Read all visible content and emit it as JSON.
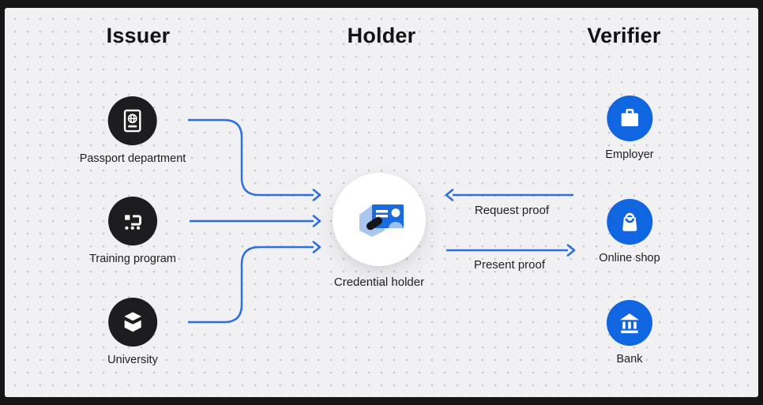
{
  "diagram": {
    "title_issuer": "Issuer",
    "title_holder": "Holder",
    "title_verifier": "Verifier"
  },
  "issuers": [
    {
      "label": "Passport department",
      "icon": "passport-icon"
    },
    {
      "label": "Training program",
      "icon": "training-route-icon"
    },
    {
      "label": "University",
      "icon": "graduation-book-icon"
    }
  ],
  "holder": {
    "label": "Credential holder",
    "icon": "id-card-icon"
  },
  "verifiers": [
    {
      "label": "Employer",
      "icon": "briefcase-icon"
    },
    {
      "label": "Online shop",
      "icon": "shopping-bag-icon"
    },
    {
      "label": "Bank",
      "icon": "bank-icon"
    }
  ],
  "flows": [
    {
      "label": "Request proof",
      "from": "verifier",
      "to": "holder",
      "direction": "left"
    },
    {
      "label": "Present proof",
      "from": "holder",
      "to": "verifier",
      "direction": "right"
    }
  ],
  "edges": [
    {
      "from": "Passport department",
      "to": "Credential holder"
    },
    {
      "from": "Training program",
      "to": "Credential holder"
    },
    {
      "from": "University",
      "to": "Credential holder"
    }
  ],
  "colors": {
    "canvas_bg": "#f1f1f4",
    "frame": "#161617",
    "issuer_node": "#1d1d1f",
    "verifier_node": "#1065e1",
    "holder_node": "#ffffff",
    "arrow": "#2c6fe2",
    "text": "#1f1f22"
  }
}
